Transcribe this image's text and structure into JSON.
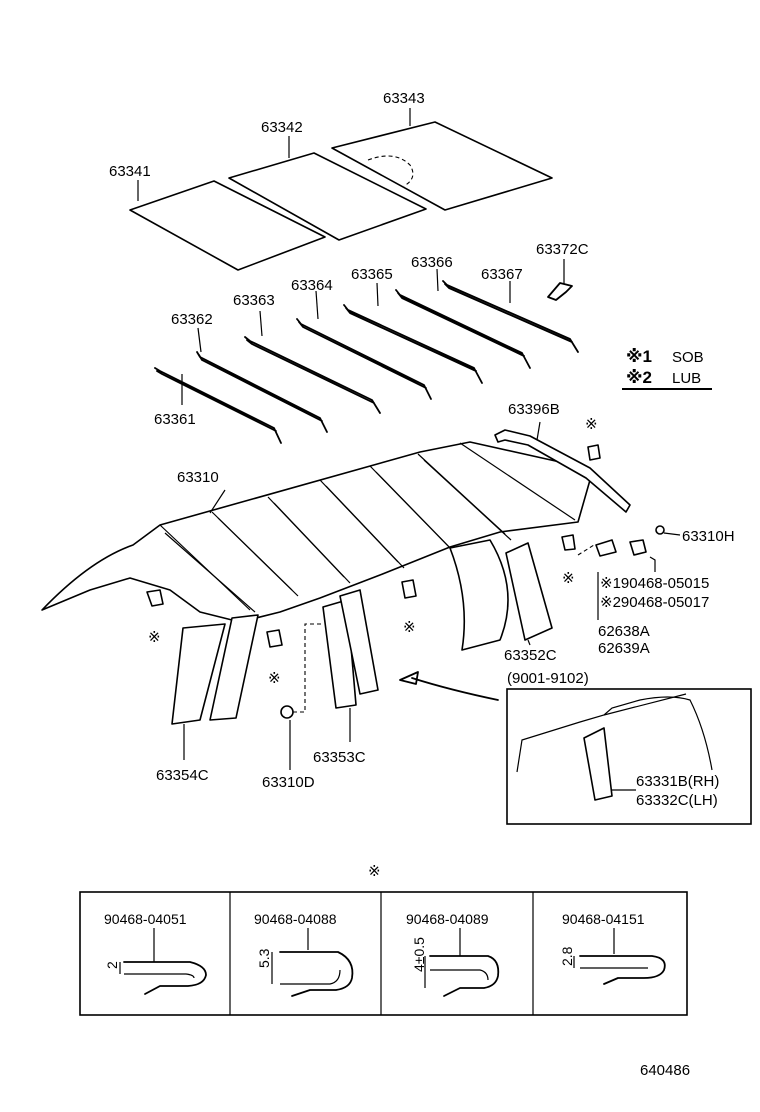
{
  "callouts": {
    "p63343": "63343",
    "p63342": "63342",
    "p63341": "63341",
    "p63372C": "63372C",
    "p63366": "63366",
    "p63365": "63365",
    "p63367": "63367",
    "p63364": "63364",
    "p63363": "63363",
    "p63362": "63362",
    "p63361": "63361",
    "p63396B": "63396B",
    "p63310": "63310",
    "p63310H": "63310H",
    "p63352C": "63352C",
    "p63353C": "63353C",
    "p63354C": "63354C",
    "p63310D": "63310D",
    "p62638A": "62638A",
    "p62639A": "62639A",
    "p63331B": "63331B(RH)",
    "p63332C": "63332C(LH)",
    "note1": "※190468-05015",
    "note2": "※290468-05017",
    "inset_range": "(9001-9102)"
  },
  "legend": {
    "item1_mark": "※1",
    "item1_text": "SOB",
    "item2_mark": "※2",
    "item2_text": "LUB"
  },
  "markers": {
    "asterisk": "※"
  },
  "clip_table": {
    "title_mark": "※",
    "clips": [
      {
        "part": "90468-04051",
        "dim": "2"
      },
      {
        "part": "90468-04088",
        "dim": "5.3"
      },
      {
        "part": "90468-04089",
        "dim": "4±0.5"
      },
      {
        "part": "90468-04151",
        "dim": "2.8"
      }
    ]
  },
  "diagram_id": "640486"
}
